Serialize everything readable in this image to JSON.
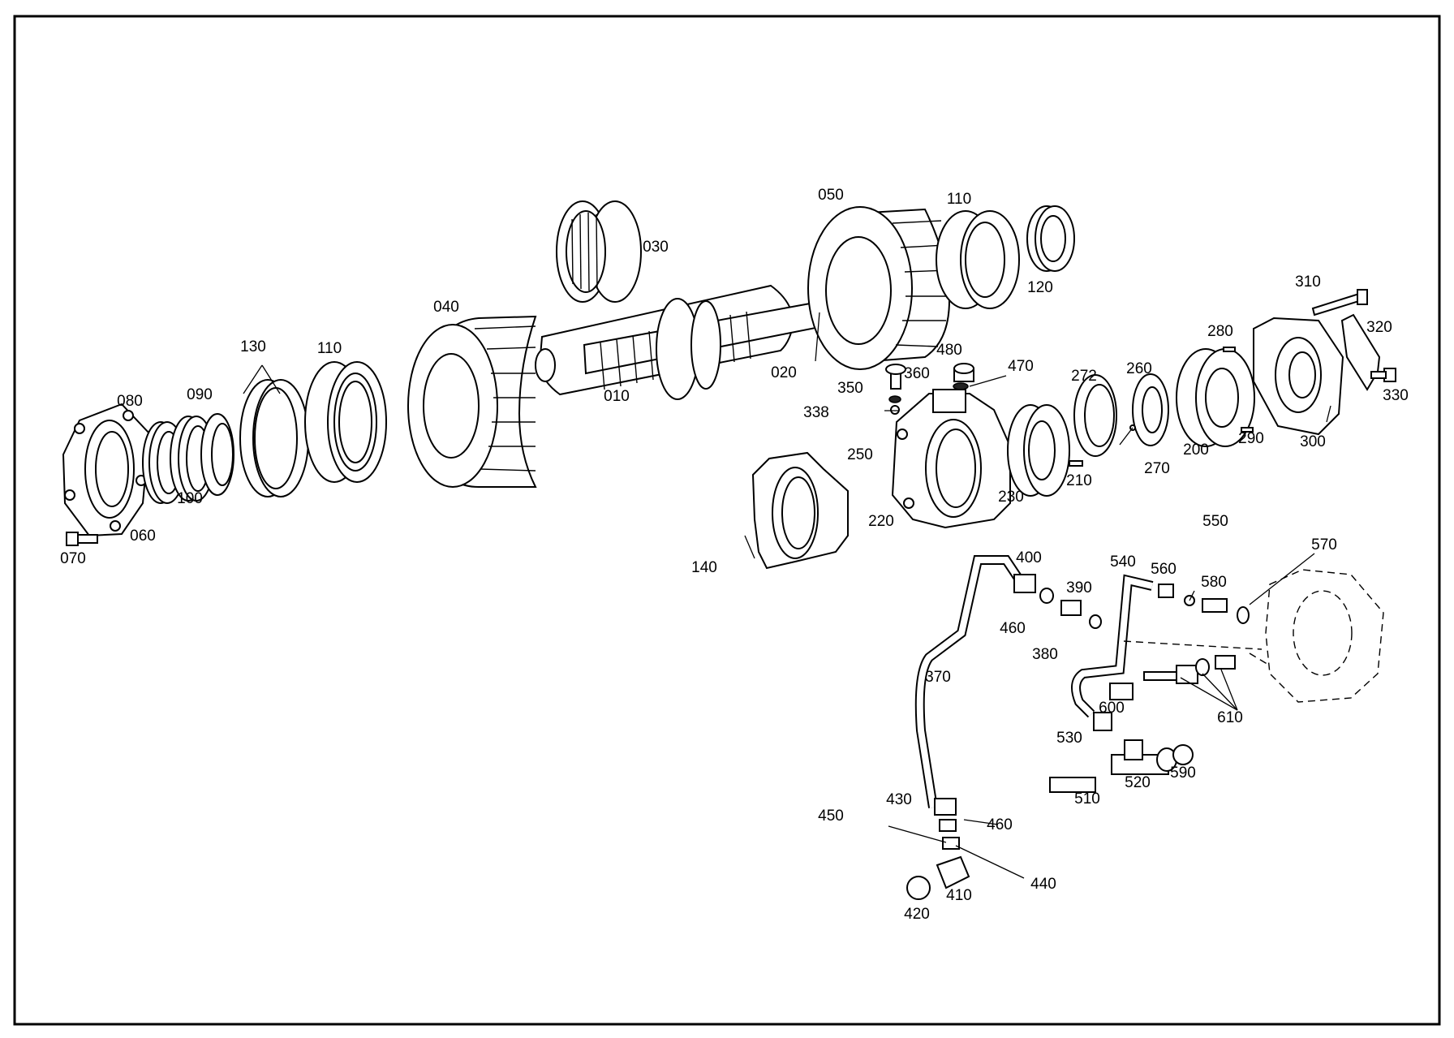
{
  "callouts": [
    {
      "id": "p010",
      "text": "010"
    },
    {
      "id": "p020",
      "text": "020"
    },
    {
      "id": "p030",
      "text": "030"
    },
    {
      "id": "p040",
      "text": "040"
    },
    {
      "id": "p050",
      "text": "050"
    },
    {
      "id": "p060",
      "text": "060"
    },
    {
      "id": "p070",
      "text": "070"
    },
    {
      "id": "p080",
      "text": "080"
    },
    {
      "id": "p090",
      "text": "090"
    },
    {
      "id": "p100",
      "text": "100"
    },
    {
      "id": "p110a",
      "text": "110"
    },
    {
      "id": "p110b",
      "text": "110"
    },
    {
      "id": "p120",
      "text": "120"
    },
    {
      "id": "p130",
      "text": "130"
    },
    {
      "id": "p140",
      "text": "140"
    },
    {
      "id": "p200",
      "text": "200"
    },
    {
      "id": "p210",
      "text": "210"
    },
    {
      "id": "p220",
      "text": "220"
    },
    {
      "id": "p230",
      "text": "230"
    },
    {
      "id": "p250",
      "text": "250"
    },
    {
      "id": "p260",
      "text": "260"
    },
    {
      "id": "p270",
      "text": "270"
    },
    {
      "id": "p272",
      "text": "272"
    },
    {
      "id": "p280",
      "text": "280"
    },
    {
      "id": "p290",
      "text": "290"
    },
    {
      "id": "p300",
      "text": "300"
    },
    {
      "id": "p310",
      "text": "310"
    },
    {
      "id": "p320",
      "text": "320"
    },
    {
      "id": "p330",
      "text": "330"
    },
    {
      "id": "p338",
      "text": "338"
    },
    {
      "id": "p350",
      "text": "350"
    },
    {
      "id": "p360",
      "text": "360"
    },
    {
      "id": "p370",
      "text": "370"
    },
    {
      "id": "p380",
      "text": "380"
    },
    {
      "id": "p390",
      "text": "390"
    },
    {
      "id": "p400",
      "text": "400"
    },
    {
      "id": "p410",
      "text": "410"
    },
    {
      "id": "p420",
      "text": "420"
    },
    {
      "id": "p430",
      "text": "430"
    },
    {
      "id": "p440",
      "text": "440"
    },
    {
      "id": "p450",
      "text": "450"
    },
    {
      "id": "p460a",
      "text": "460"
    },
    {
      "id": "p460b",
      "text": "460"
    },
    {
      "id": "p470",
      "text": "470"
    },
    {
      "id": "p480",
      "text": "480"
    },
    {
      "id": "p510",
      "text": "510"
    },
    {
      "id": "p520",
      "text": "520"
    },
    {
      "id": "p530",
      "text": "530"
    },
    {
      "id": "p540",
      "text": "540"
    },
    {
      "id": "p550",
      "text": "550"
    },
    {
      "id": "p560",
      "text": "560"
    },
    {
      "id": "p570",
      "text": "570"
    },
    {
      "id": "p580",
      "text": "580"
    },
    {
      "id": "p590",
      "text": "590"
    },
    {
      "id": "p600",
      "text": "600"
    },
    {
      "id": "p610",
      "text": "610"
    }
  ]
}
